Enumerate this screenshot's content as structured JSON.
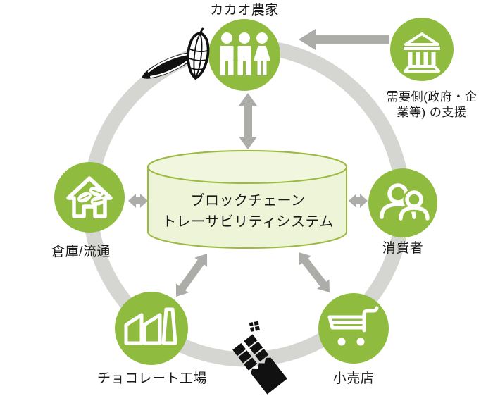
{
  "diagram": {
    "type": "circular-flow",
    "center_database": {
      "line1": "ブロックチェーン",
      "line2": "トレーサビリティシステム",
      "icon": "database-cylinder"
    },
    "nodes": {
      "farmer": {
        "label": "カカオ農家",
        "icon": "three-people-icon"
      },
      "support": {
        "line1": "需要側(政府・企",
        "line2": "業等) の支援",
        "icon": "bank-icon"
      },
      "consumer": {
        "label": "消費者",
        "icon": "two-people-outline-icon"
      },
      "retail": {
        "label": "小売店",
        "icon": "shopping-cart-icon"
      },
      "factory": {
        "label": "チョコレート工場",
        "icon": "factory-icon"
      },
      "warehouse": {
        "label": "倉庫/流通",
        "icon": "warehouse-cacao-beans-icon"
      }
    },
    "decorations": {
      "top_left": "cacao-pods-icon",
      "bottom_center": "chocolate-bar-icon"
    },
    "colors": {
      "green": "#8fbc3f",
      "ring": "#d5d5d2",
      "arrow": "#acaca9",
      "cylFill": "#eef4d7",
      "cylTop": "#f1f6de",
      "cylStroke": "#9cba41",
      "ink": "#111111",
      "label": "#1a1a1a"
    }
  }
}
